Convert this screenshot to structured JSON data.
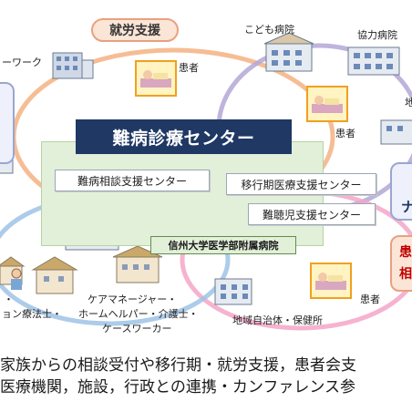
{
  "center": {
    "title": "難病診療センター",
    "hospital": "信州大学医学部附属病院"
  },
  "services": {
    "consultation": "難病相談支援センター",
    "transition": "移行期医療支援センター",
    "deafness": "難聴児支援センター"
  },
  "employment_support": "就労支援",
  "labels": {
    "patient_top": "患者",
    "patient_right": "患者",
    "patient_bottom": "患者",
    "network": "ーワーク",
    "childrens_hospital": "こども病院",
    "cooperating_hospital": "協力病院",
    "right_cut": "地",
    "local_government": "地域自治体・保健所",
    "rehab_1": "・",
    "rehab_2": "ョン療法士・",
    "care_1": "ケアマネージャー・",
    "care_2": "ホームヘルパー・介護士・",
    "care_3": "ケースワーカー"
  },
  "right_side": {
    "speech_char": "ナ",
    "red_1": "患",
    "red_2": "相"
  },
  "footer": {
    "line1": "家族からの相談受付や移行期・就労支援，患者会支",
    "line2": "医療機関，施設，行政との連携・カンファレンス参"
  },
  "colors": {
    "banner": "#1f3864",
    "green_area": "#e2efd9",
    "ring_orange": "#f4b183",
    "ring_purple": "#b4a7d6",
    "ring_pink": "#f4a6c8",
    "ring_blue": "#9dc3e6",
    "pill_fill": "#fbe5d6",
    "red_cross": "#e60012"
  }
}
